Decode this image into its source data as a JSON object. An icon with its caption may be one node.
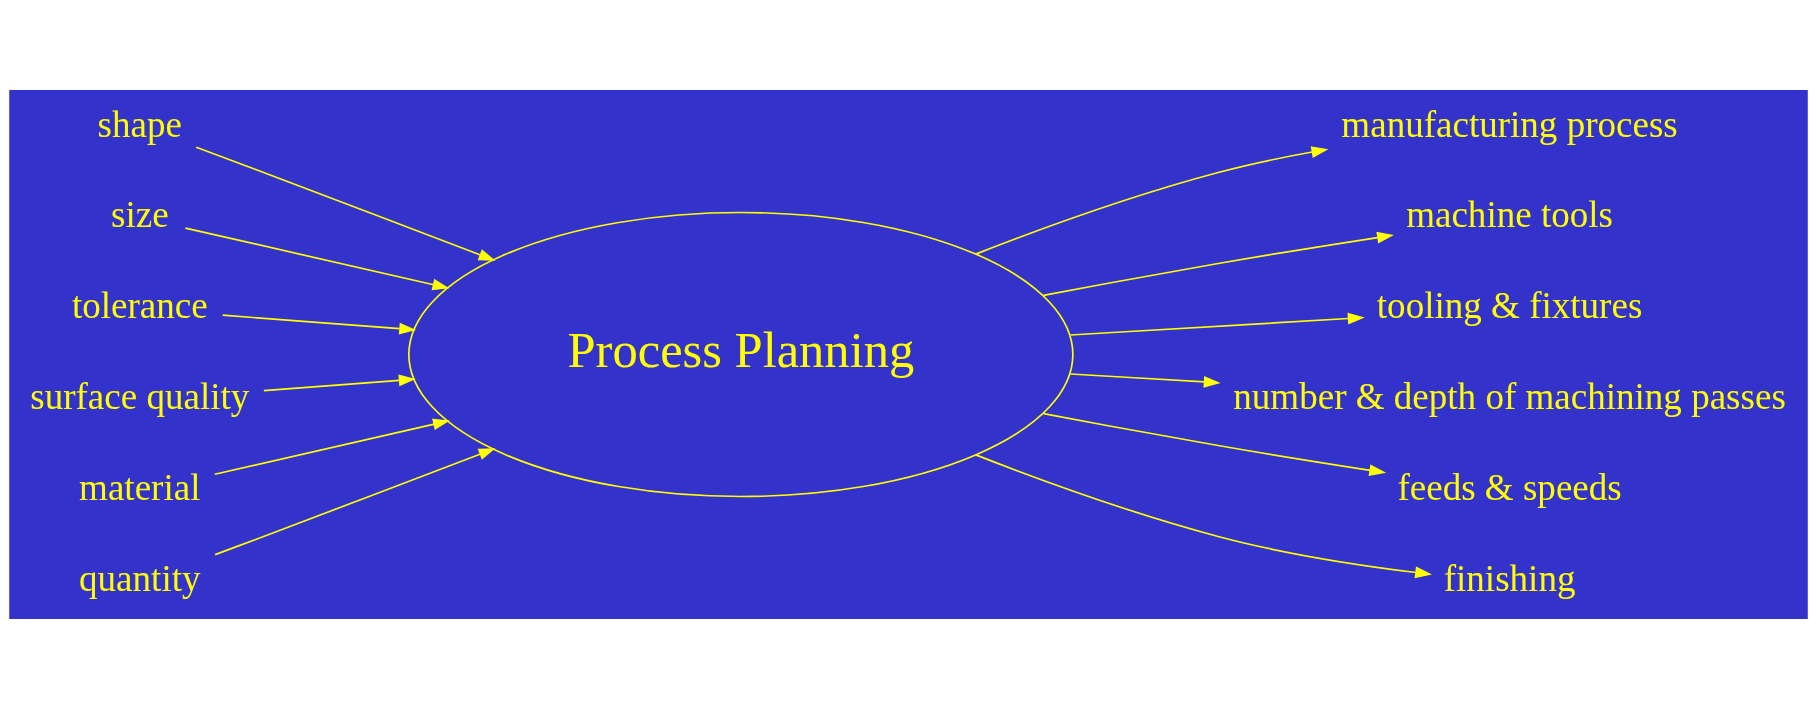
{
  "diagram": {
    "nodes": [
      {
        "text": [
          "shape"
        ]
      },
      {
        "text": [
          "size"
        ]
      },
      {
        "text": [
          "tolerance"
        ]
      },
      {
        "text": [
          "surface quality"
        ]
      },
      {
        "text": [
          "material"
        ]
      },
      {
        "text": [
          "quantity"
        ]
      },
      {
        "text": [
          "Process Planning"
        ]
      },
      {
        "text": [
          "manufacturing process"
        ]
      },
      {
        "text": [
          "machine tools"
        ]
      },
      {
        "text": [
          "tooling & fixtures"
        ]
      },
      {
        "text": [
          "number & depth of machining passes"
        ]
      },
      {
        "text": [
          "feeds & speeds"
        ]
      },
      {
        "text": [
          "finishing"
        ]
      }
    ],
    "edges": [
      {
        "from": 0,
        "to": 6,
        "arrow": "to"
      },
      {
        "from": 1,
        "to": 6,
        "arrow": "to"
      },
      {
        "from": 2,
        "to": 6,
        "arrow": "to"
      },
      {
        "from": 3,
        "to": 6,
        "arrow": "to"
      },
      {
        "from": 4,
        "to": 6,
        "arrow": "to"
      },
      {
        "from": 5,
        "to": 6,
        "arrow": "to"
      },
      {
        "from": 6,
        "to": 7,
        "arrow": "to"
      },
      {
        "from": 6,
        "to": 8,
        "arrow": "to"
      },
      {
        "from": 6,
        "to": 9,
        "arrow": "to"
      },
      {
        "from": 6,
        "to": 10,
        "arrow": "to"
      },
      {
        "from": 6,
        "to": 11,
        "arrow": "to"
      },
      {
        "from": 6,
        "to": 12,
        "arrow": "to"
      }
    ]
  }
}
